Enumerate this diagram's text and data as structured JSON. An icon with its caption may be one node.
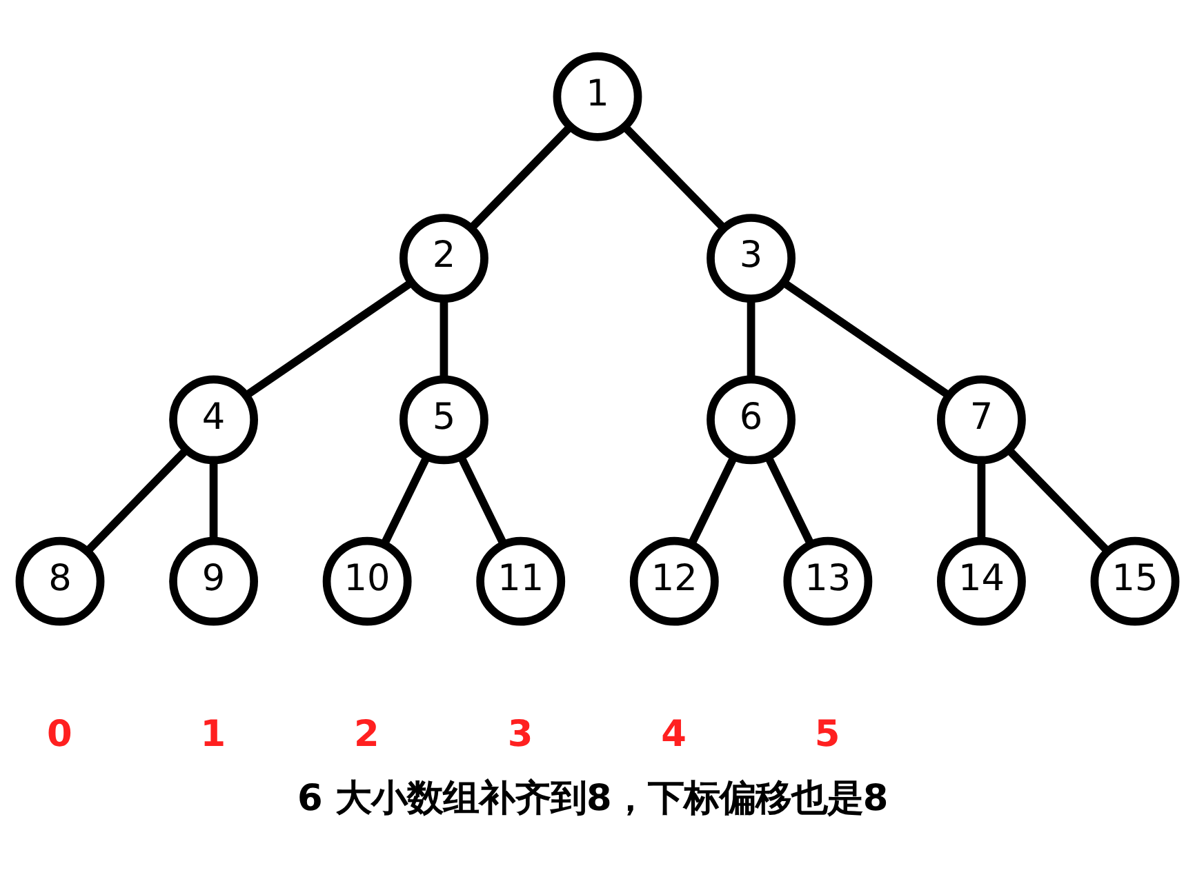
{
  "diagram": {
    "caption": "6 大小数组补齐到8，下标偏移也是8",
    "nodes": [
      {
        "text": [
          "1"
        ]
      },
      {
        "text": [
          "2"
        ]
      },
      {
        "text": [
          "3"
        ]
      },
      {
        "text": [
          "4"
        ]
      },
      {
        "text": [
          "5"
        ]
      },
      {
        "text": [
          "6"
        ]
      },
      {
        "text": [
          "7"
        ]
      },
      {
        "text": [
          "8"
        ],
        "beside": [
          "0"
        ]
      },
      {
        "text": [
          "9"
        ],
        "beside": [
          "1"
        ]
      },
      {
        "text": [
          "10"
        ],
        "beside": [
          "2"
        ]
      },
      {
        "text": [
          "11"
        ],
        "beside": [
          "3"
        ]
      },
      {
        "text": [
          "12"
        ],
        "beside": [
          "4"
        ]
      },
      {
        "text": [
          "13"
        ],
        "beside": [
          "5"
        ]
      },
      {
        "text": [
          "14"
        ]
      },
      {
        "text": [
          "15"
        ]
      }
    ],
    "edges": [
      {
        "from": 0,
        "to": 1,
        "arrow": "none"
      },
      {
        "from": 0,
        "to": 2,
        "arrow": "none"
      },
      {
        "from": 1,
        "to": 3,
        "arrow": "none"
      },
      {
        "from": 1,
        "to": 4,
        "arrow": "none"
      },
      {
        "from": 2,
        "to": 5,
        "arrow": "none"
      },
      {
        "from": 2,
        "to": 6,
        "arrow": "none"
      },
      {
        "from": 3,
        "to": 7,
        "arrow": "none"
      },
      {
        "from": 3,
        "to": 8,
        "arrow": "none"
      },
      {
        "from": 4,
        "to": 9,
        "arrow": "none"
      },
      {
        "from": 4,
        "to": 10,
        "arrow": "none"
      },
      {
        "from": 5,
        "to": 11,
        "arrow": "none"
      },
      {
        "from": 5,
        "to": 12,
        "arrow": "none"
      },
      {
        "from": 6,
        "to": 13,
        "arrow": "none"
      },
      {
        "from": 6,
        "to": 14,
        "arrow": "none"
      }
    ]
  }
}
